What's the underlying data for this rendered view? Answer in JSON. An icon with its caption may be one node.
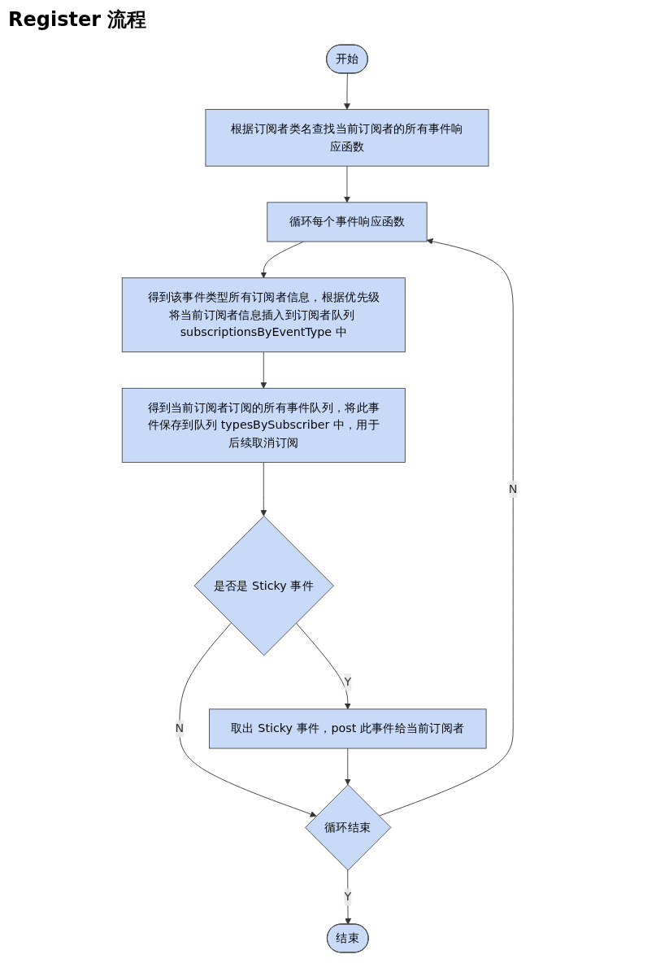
{
  "diagram": {
    "title": "Register 流程",
    "nodes": [
      {
        "text": [
          "开始"
        ]
      },
      {
        "text": [
          "根据订阅者类名查找当前订阅者的所有事件响应函数"
        ]
      },
      {
        "text": [
          "循环每个事件响应函数"
        ]
      },
      {
        "text": [
          "得到该事件类型所有订阅者信息，根据优先级将当前订阅者信息插入到订阅者队列 subscriptionsByEventType 中"
        ]
      },
      {
        "text": [
          "得到当前订阅者订阅的所有事件队列，将此事件保存到队列 typesBySubscriber 中，用于后续取消订阅"
        ]
      },
      {
        "text": [
          "是否是 Sticky 事件"
        ]
      },
      {
        "text": [
          "取出 Sticky 事件，post 此事件给当前订阅者"
        ]
      },
      {
        "text": [
          "循环结束"
        ]
      },
      {
        "text": [
          "结束"
        ]
      }
    ],
    "edges": [
      {
        "from": 0,
        "to": 1,
        "arrow": "to"
      },
      {
        "from": 1,
        "to": 2,
        "arrow": "to"
      },
      {
        "from": 2,
        "to": 3,
        "arrow": "to"
      },
      {
        "from": 3,
        "to": 4,
        "arrow": "to"
      },
      {
        "from": 4,
        "to": 5,
        "arrow": "to"
      },
      {
        "from": 5,
        "to": 6,
        "arrow": "to",
        "label": "Y"
      },
      {
        "from": 5,
        "to": 7,
        "arrow": "to",
        "label": "N"
      },
      {
        "from": 6,
        "to": 7,
        "arrow": "to"
      },
      {
        "from": 7,
        "to": 2,
        "arrow": "to",
        "label": "N"
      },
      {
        "from": 7,
        "to": 8,
        "arrow": "to",
        "label": "Y"
      }
    ]
  }
}
